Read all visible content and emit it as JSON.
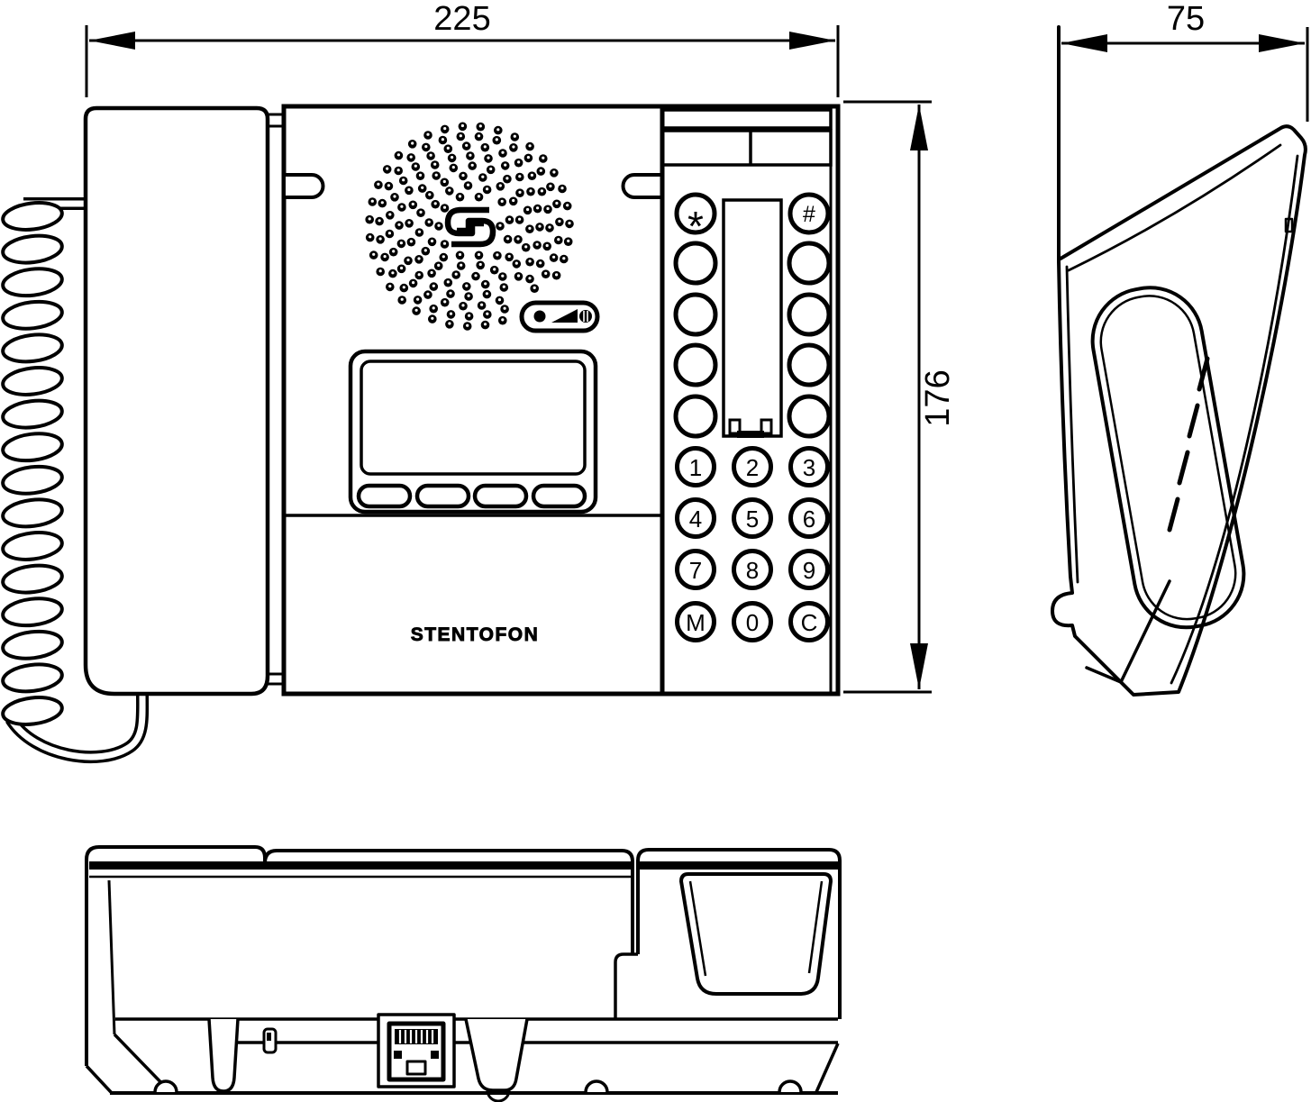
{
  "dimensions": {
    "width": "225",
    "depth": "75",
    "height": "176"
  },
  "brand": "STENTOFON",
  "keypad": {
    "star": "*",
    "hash": "#",
    "digits": [
      [
        "1",
        "2",
        "3"
      ],
      [
        "4",
        "5",
        "6"
      ],
      [
        "7",
        "8",
        "9"
      ],
      [
        "M",
        "0",
        "C"
      ]
    ]
  },
  "colors": {
    "line": "#000000",
    "background": "#ffffff"
  }
}
